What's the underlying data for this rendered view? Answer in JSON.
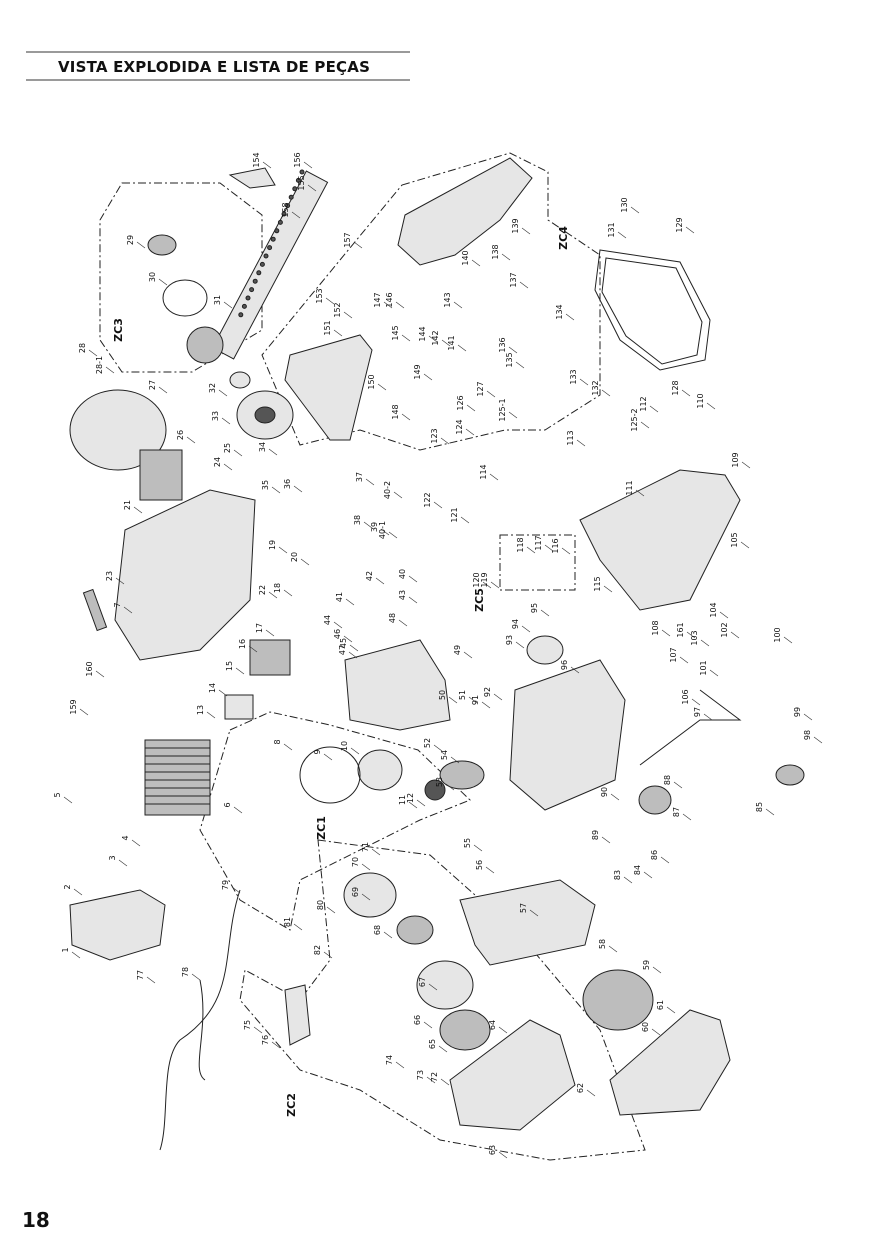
{
  "header": {
    "title": "VISTA EXPLODIDA E LISTA DE PEÇAS"
  },
  "footer": {
    "page_number": "18"
  },
  "group_labels": [
    "ZC1",
    "ZC2",
    "ZC3",
    "ZC4",
    "ZC5"
  ],
  "part_numbers": [
    "1",
    "2",
    "3",
    "4",
    "5",
    "6",
    "7",
    "8",
    "9",
    "10",
    "11",
    "12",
    "13",
    "14",
    "15",
    "16",
    "17",
    "18",
    "19",
    "20",
    "21",
    "22",
    "23",
    "24",
    "25",
    "26",
    "27",
    "28",
    "28-1",
    "29",
    "30",
    "31",
    "32",
    "33",
    "34",
    "35",
    "36",
    "37",
    "38",
    "39",
    "40",
    "40-1",
    "40-2",
    "41",
    "42",
    "43",
    "44",
    "45",
    "46",
    "47",
    "48",
    "49",
    "50",
    "51",
    "52",
    "53",
    "54",
    "55",
    "56",
    "57",
    "58",
    "59",
    "60",
    "61",
    "62",
    "63",
    "64",
    "65",
    "66",
    "67",
    "68",
    "69",
    "70",
    "71",
    "72",
    "73",
    "74",
    "75",
    "76",
    "77",
    "78",
    "79",
    "80",
    "81",
    "82",
    "83",
    "84",
    "85",
    "86",
    "87",
    "88",
    "89",
    "90",
    "91",
    "92",
    "93",
    "94",
    "95",
    "96",
    "97",
    "98",
    "99",
    "100",
    "101",
    "102",
    "103",
    "104",
    "105",
    "106",
    "107",
    "108",
    "109",
    "110",
    "111",
    "112",
    "113",
    "114",
    "115",
    "116",
    "117",
    "118",
    "119",
    "120",
    "121",
    "122",
    "123",
    "124",
    "125-1",
    "125-2",
    "126",
    "127",
    "128",
    "129",
    "130",
    "131",
    "132",
    "133",
    "134",
    "135",
    "136",
    "137",
    "138",
    "139",
    "140",
    "141",
    "142",
    "143",
    "144",
    "145",
    "146",
    "147",
    "148",
    "149",
    "150",
    "151",
    "152",
    "153",
    "154",
    "155",
    "156",
    "157",
    "158",
    "159",
    "160",
    "161"
  ],
  "colors": {
    "line": "#222222",
    "fill_light": "#e6e6e6",
    "fill_mid": "#bdbdbd",
    "fill_dark": "#555555",
    "rule": "#9a9a9a"
  }
}
